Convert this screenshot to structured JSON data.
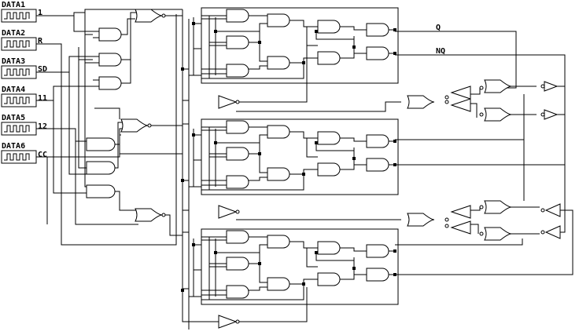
{
  "inputs": [
    {
      "name": "DATA1",
      "net": "1"
    },
    {
      "name": "DATA2",
      "net": "R"
    },
    {
      "name": "DATA3",
      "net": "SD"
    },
    {
      "name": "DATA4",
      "net": "11"
    },
    {
      "name": "DATA5",
      "net": "12"
    },
    {
      "name": "DATA6",
      "net": "CC"
    }
  ],
  "outputs": {
    "q": "Q",
    "nq": "NQ"
  },
  "gate_types": [
    "AND",
    "OR",
    "NOT"
  ]
}
